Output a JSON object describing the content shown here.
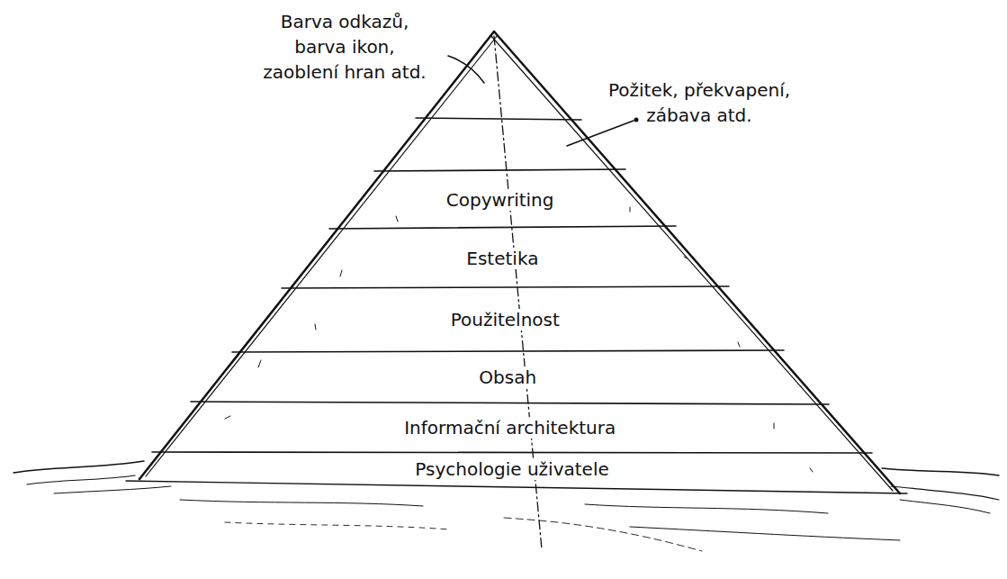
{
  "diagram": {
    "nodes": [
      {
        "text": [
          "Copywriting"
        ]
      },
      {
        "text": [
          "Estetika"
        ]
      },
      {
        "text": [
          "Použitelnost"
        ]
      },
      {
        "text": [
          "Obsah"
        ]
      },
      {
        "text": [
          "Informační architektura"
        ]
      },
      {
        "text": [
          "Psychologie uživatele"
        ]
      }
    ],
    "labels": [
      "Barva odkazů, barva ikon, zaoblení hran atd.",
      "Požitek, překvapení, zábava atd."
    ]
  }
}
